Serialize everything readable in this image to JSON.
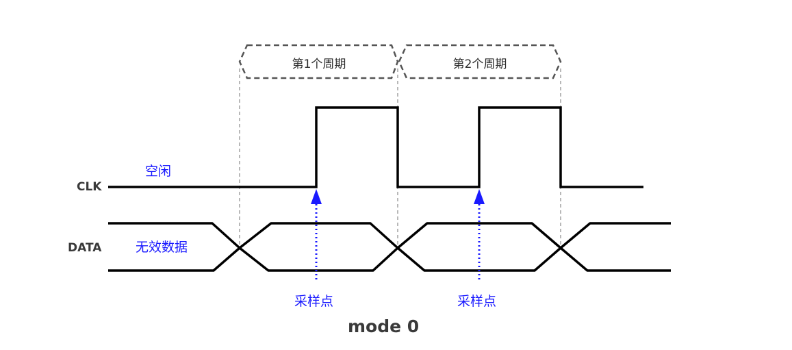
{
  "signals": {
    "clk": "CLK",
    "data": "DATA"
  },
  "periods": [
    {
      "label": "第1个周期"
    },
    {
      "label": "第2个周期"
    }
  ],
  "notes": {
    "idle": "空闲",
    "invalid_data": "无效数据",
    "sample_points": [
      {
        "label": "采样点"
      },
      {
        "label": "采样点"
      }
    ]
  },
  "title": "mode 0",
  "colors": {
    "waveform": "#000000",
    "annotation": "#1a1aff",
    "guide": "#8a8a8a",
    "period_box": "#555555"
  }
}
